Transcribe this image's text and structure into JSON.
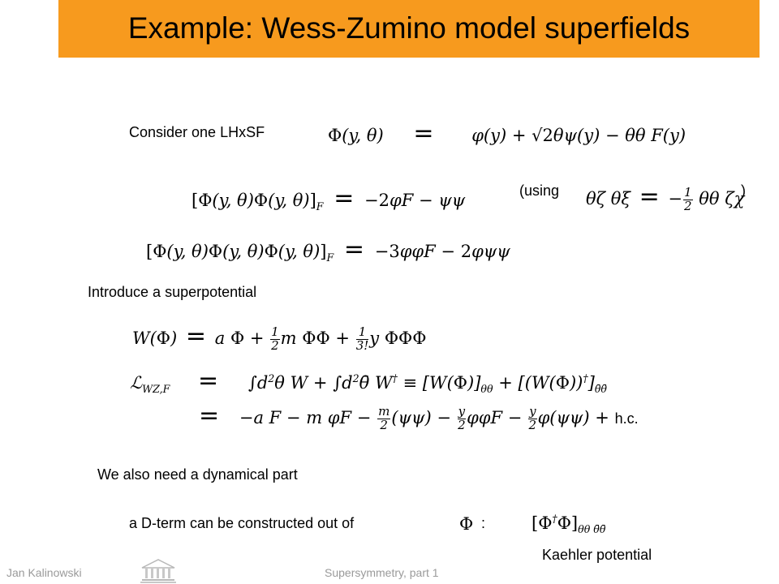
{
  "slide": {
    "title": "Example: Wess-Zumino model superfields",
    "accent_color": "#f79a1e"
  },
  "body": {
    "consider_text": "Consider one LHxSF",
    "using_open": "(using",
    "using_close": ")",
    "introduce_text": "Introduce a superpotential",
    "dynamical_text": "We also need a dynamical part",
    "dterm_text": "a D-term can be constructed out of",
    "colon": ":",
    "kaehler_text": "Kaehler potential"
  },
  "equations": {
    "lhsf": "Φ(y, θ) = φ(y) + √2 θψ(y) − θθ F(y)",
    "f_term_2": "[Φ(y,θ)Φ(y,θ)]_F = −2φF − ψψ",
    "using_identity": "θζ θξ = −½ θθ ζχ",
    "f_term_3": "[Φ(y,θ)Φ(y,θ)Φ(y,θ)]_F = −3φφF − 2φψψ",
    "superpotential": "W(Φ) = aΦ + ½ m ΦΦ + (1/3!) y ΦΦΦ",
    "lagrangian_line1": "L_WZ,F = ∫d²θ W + ∫d²θ̄ W† ≡ [W(Φ)]_θθ + [(W(Φ))†]_θ̄θ̄",
    "lagrangian_line2": "= −aF − mφF − (m/2)(ψψ) − (y/2)φφF − (y/2)φ(ψψ) + h.c.",
    "hc": "h.c.",
    "phi_symbol": "Φ",
    "kaehler_term": "[Φ†Φ]_θθθ̄θ̄"
  },
  "footer": {
    "author": "Jan Kalinowski",
    "course": "Supersymmetry, part 1"
  }
}
